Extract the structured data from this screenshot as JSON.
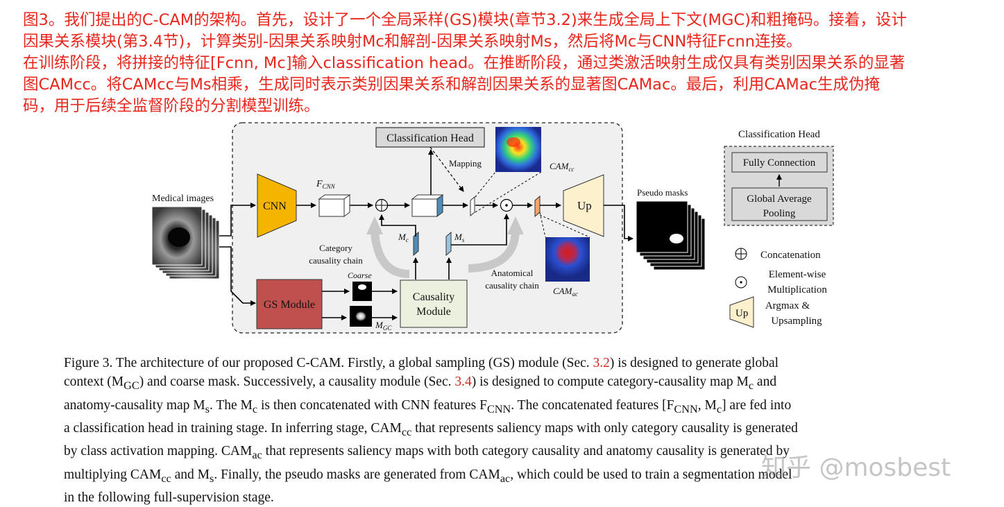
{
  "red_text": {
    "line1": "图3。我们提出的C-CAM的架构。首先，设计了一个全局采样(GS)模块(章节3.2)来生成全局上下文(MGC)和粗掩码。接着，设计",
    "line2": "因果关系模块(第3.4节)，计算类别-因果关系映射Mc和解剖-因果关系映射Ms，然后将Mc与CNN特征Fcnn连接。",
    "line3": "在训练阶段，将拼接的特征[Fcnn, Mc]输入classification head。在推断阶段，通过类激活映射生成仅具有类别因果关系的显著",
    "line4": "图CAMcc。将CAMcc与Ms相乘，生成同时表示类别因果关系和解剖因果关系的显著图CAMac。最后，利用CAMac生成伪掩",
    "line5": "码，用于后续全监督阶段的分割模型训练。"
  },
  "diagram": {
    "medical_images_label": "Medical images",
    "cnn_label": "CNN",
    "fcnn_label": "F",
    "fcnn_sub": "CNN",
    "classification_head_label": "Classification Head",
    "mapping_label": "Mapping",
    "camcc_label": "CAM",
    "camcc_sub": "cc",
    "camac_label": "CAM",
    "camac_sub": "ac",
    "up_label": "Up",
    "pseudo_masks_label": "Pseudo masks",
    "mc_label": "M",
    "mc_sub": "c",
    "ms_label": "M",
    "ms_sub": "s",
    "category_chain_label_1": "Category",
    "category_chain_label_2": "causality chain",
    "anatomical_chain_label_1": "Anatomical",
    "anatomical_chain_label_2": "causality chain",
    "gs_module_label": "GS Module",
    "coarse_label": "Coarse",
    "mgc_label": "M",
    "mgc_sub": "GC",
    "causality_module_label_1": "Causality",
    "causality_module_label_2": "Module",
    "legend_title": "Classification Head",
    "fully_connection_label": "Fully Connection",
    "gap_label_1": "Global Average",
    "gap_label_2": "Pooling",
    "concat_legend": "Concatenation",
    "mult_legend_1": "Element-wise",
    "mult_legend_2": "Multiplication",
    "up_legend_1": "Argmax &",
    "up_legend_2": "Upsampling",
    "colors": {
      "cnn": "#f5b400",
      "gs_module": "#c0504d",
      "causality_module": "#ebf1de",
      "classification_head": "#d9d9d9",
      "up_block": "#fdf0cc",
      "main_panel": "#f0f0f0",
      "mc_block": "#4f8db8",
      "ms_block": "#9cc3dc",
      "cam_block": "#f4a46a"
    }
  },
  "caption": {
    "l1_a": "Figure 3.  The architecture of our proposed C-CAM. Firstly, a global sampling (GS) module (Sec. ",
    "l1_ref": "3.2",
    "l1_b": ") is designed to generate global",
    "l2_a": "context (M",
    "l2_sub": "GC",
    "l2_b": ") and coarse mask.  Successively, a causality module (Sec. ",
    "l2_ref": "3.4",
    "l2_c": ") is designed to compute category-causality map M",
    "l2_sub2": "c",
    "l2_d": " and",
    "l3_a": "anatomy-causality map M",
    "l3_sub": "s",
    "l3_b": ". The M",
    "l3_sub2": "c",
    "l3_c": " is then concatenated with CNN features F",
    "l3_sub3": "CNN",
    "l3_d": ". The concatenated features [F",
    "l3_sub4": "CNN",
    "l3_e": ", M",
    "l3_sub5": "c",
    "l3_f": "] are fed into",
    "l4": "a classification head in training stage. In inferring stage, CAM",
    "l4_sub": "cc",
    "l4_b": " that represents saliency maps with only category causality is generated",
    "l5": "by class activation mapping. CAM",
    "l5_sub": "ac",
    "l5_b": " that represents saliency maps with both category causality and anatomy causality is generated by",
    "l6": "multiplying CAM",
    "l6_sub": "cc",
    "l6_b": " and M",
    "l6_sub2": "s",
    "l6_c": ". Finally, the pseudo masks are generated from CAM",
    "l6_sub3": "ac",
    "l6_d": ", which could be used to train a segmentation model",
    "l7": "in the following full-supervision stage."
  },
  "watermark": "知乎 @mosbest"
}
